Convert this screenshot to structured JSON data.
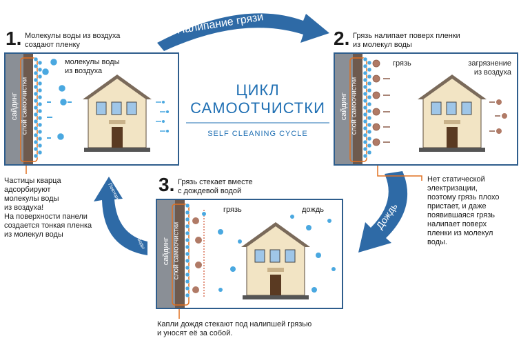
{
  "top_arrow": {
    "label": "Налипание грязи"
  },
  "right_arrow": {
    "label": "Дождь"
  },
  "left_arrow": {
    "label": "Повторный захват молекул воды"
  },
  "step1": {
    "number": "1.",
    "title_line1": "Молекулы воды из воздуха",
    "title_line2": "создают пленку",
    "molecules_line1": "молекулы воды",
    "molecules_line2": "из воздуха",
    "siding": "сайдинг",
    "layer": "слой самоочистки"
  },
  "step2": {
    "number": "2.",
    "title_line1": "Грязь налипает поверх пленки",
    "title_line2": "из молекул воды",
    "dirt": "грязь",
    "pollution_line1": "загрязнение",
    "pollution_line2": "из воздуха",
    "siding": "сайдинг",
    "layer": "слой самоочистки"
  },
  "step3": {
    "number": "3.",
    "title_line1": "Грязь стекает вместе",
    "title_line2": "с дождевой водой",
    "dirt": "грязь",
    "rain": "дождь",
    "siding": "сайдинг",
    "layer": "слой самоочистки"
  },
  "center": {
    "title_line1": "ЦИКЛ",
    "title_line2": "САМООТЧИСТКИ",
    "subtitle": "SELF CLEANING CYCLE"
  },
  "notes": {
    "left": [
      "Частицы кварца",
      "адсорбируют",
      "молекулы воды",
      "из воздуха!",
      "На поверхности панели",
      "создается тонкая пленка",
      "из молекул воды"
    ],
    "right": [
      "Нет статической",
      "электризации,",
      "поэтому грязь плохо",
      "пристает, и даже",
      "появившаяся грязь",
      "налипает поверх",
      "пленки из молекул",
      "воды."
    ],
    "bottom": [
      "Капли дождя стекают под налипшей грязью",
      "и уносят её за собой."
    ]
  },
  "colors": {
    "panel_border": "#2e5d8c",
    "arrow": "#2e6aa6",
    "accent": "#1f6fb3",
    "callout": "#e07020",
    "siding": "#8a8f96",
    "molecule": "#4aa8e0",
    "dirt": "#b07a66"
  }
}
